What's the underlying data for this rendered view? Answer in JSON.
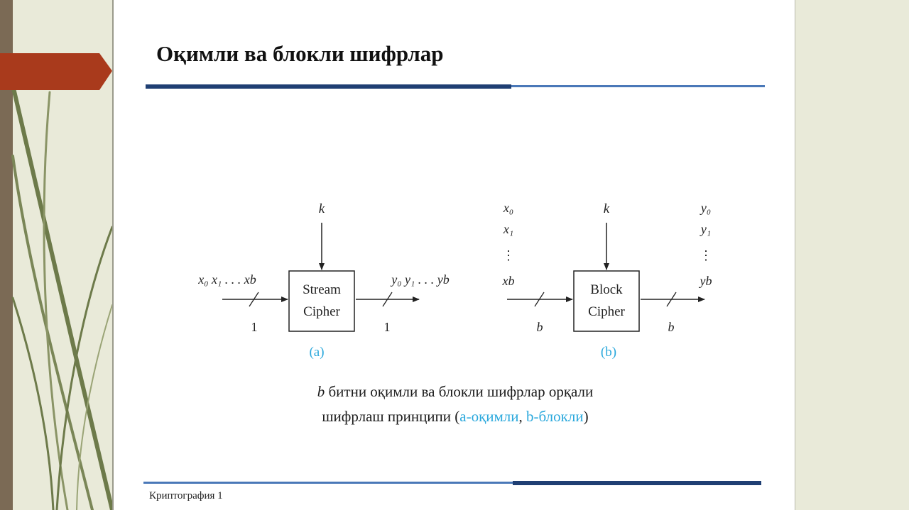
{
  "slide": {
    "title": "Оқимли ва блокли шифрлар",
    "footer": "Криптография 1"
  },
  "diagram": {
    "a": {
      "box_line1": "Stream",
      "box_line2": "Cipher",
      "key": "k",
      "input_label": "x₀ x₁ . . . xb",
      "output_label": "y₀ y₁ . . . yb",
      "input_width": "1",
      "output_width": "1",
      "label": "(a)"
    },
    "b": {
      "box_line1": "Block",
      "box_line2": "Cipher",
      "key": "k",
      "inputs": [
        "x₀",
        "x₁",
        "⋮",
        "xb"
      ],
      "outputs": [
        "y₀",
        "y₁",
        "⋮",
        "yb"
      ],
      "input_width": "b",
      "output_width": "b",
      "label": "(b)"
    }
  },
  "caption": {
    "line1_var": "b",
    "line1_rest": " битни оқимли ва блокли шифрлар орқали",
    "line2_start": "шифрлаш принципи (",
    "line2_a": "a-оқимли",
    "line2_sep": ", ",
    "line2_b": "b-блокли",
    "line2_end": ")"
  },
  "colors": {
    "accent_red": "#a93a1c",
    "rule_dark": "#1f3f73",
    "rule_light": "#4a78b8",
    "caption_blue": "#2aa8dc",
    "frame_brown": "#7b6a55",
    "stripe_green": "#6d7a4a"
  }
}
